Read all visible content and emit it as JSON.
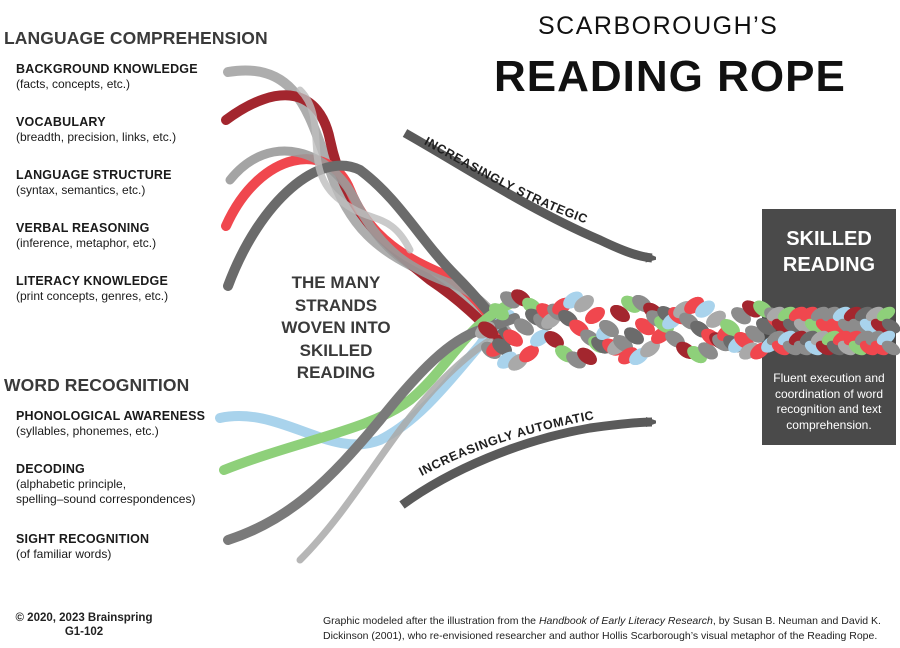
{
  "title": {
    "line1": "SCARBOROUGH’S",
    "line2": "READING ROPE"
  },
  "language_comprehension": {
    "heading": "LANGUAGE COMPREHENSION",
    "strands": [
      {
        "name": "BACKGROUND KNOWLEDGE",
        "desc": "(facts, concepts, etc.)"
      },
      {
        "name": "VOCABULARY",
        "desc": "(breadth, precision, links, etc.)"
      },
      {
        "name": "LANGUAGE STRUCTURE",
        "desc": "(syntax, semantics, etc.)"
      },
      {
        "name": "VERBAL REASONING",
        "desc": "(inference, metaphor, etc.)"
      },
      {
        "name": "LITERACY KNOWLEDGE",
        "desc": "(print concepts, genres, etc.)"
      }
    ]
  },
  "word_recognition": {
    "heading": "WORD RECOGNITION",
    "strands": [
      {
        "name": "PHONOLOGICAL AWARENESS",
        "desc": "(syllables, phonemes, etc.)"
      },
      {
        "name": "DECODING",
        "desc": "(alphabetic principle,\nspelling–sound correspondences)"
      },
      {
        "name": "SIGHT RECOGNITION",
        "desc": "(of familiar words)"
      }
    ]
  },
  "center_label": "THE MANY\nSTRANDS\nWOVEN INTO\nSKILLED\nREADING",
  "arrows": {
    "strategic": "INCREASINGLY STRATEGIC",
    "automatic": "INCREASINGLY AUTOMATIC"
  },
  "skilled_reading": {
    "title": "SKILLED\nREADING",
    "description": "Fluent execution and coordination of word recognition and text comprehension."
  },
  "footer": {
    "copyright": "© 2020, 2023 Brainspring\nG1-102",
    "source_pre": "Graphic modeled after the illustration from the ",
    "source_book": "Handbook of Early Literacy Research",
    "source_post": ", by Susan B. Neuman and David K. Dickinson (2001), who re-envisioned researcher and author Hollis Scarborough’s visual metaphor of the Reading Rope."
  },
  "colors": {
    "dark_red": "#a3262e",
    "red": "#f0474e",
    "light_gray": "#a9a9a9",
    "mid_gray": "#8c8c8c",
    "dark_gray": "#6b6b6b",
    "green": "#8ed07a",
    "light_blue": "#a9d3ec",
    "box": "#4a4a4a",
    "arrow": "#5a5a5a"
  }
}
